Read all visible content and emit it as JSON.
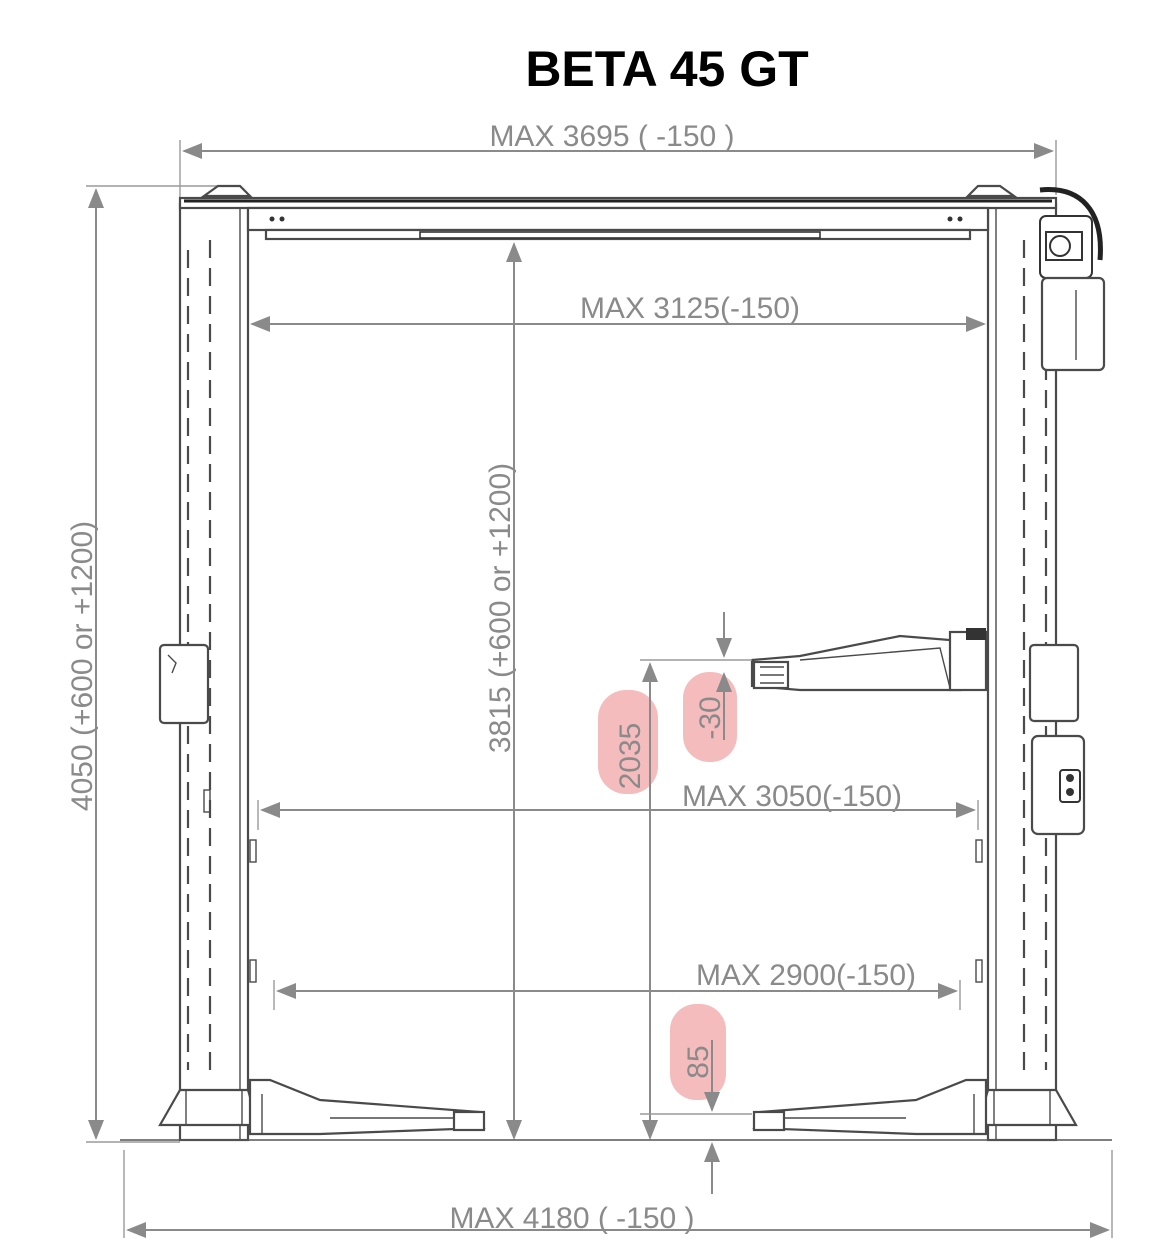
{
  "title": "BETA 45 GT",
  "dimensions": {
    "overall_width": "MAX 3695 ( -150 )",
    "inner_width_top": "MAX 3125(-150)",
    "overall_height": "4050 (+600 or +1200)",
    "clear_height": "3815 (+600 or +1200)",
    "lift_height": "2035",
    "arm_offset": "-30",
    "width_mid": "MAX 3050(-150)",
    "width_bottom": "MAX 2900(-150)",
    "min_height": "85",
    "base_width": "MAX 4180 ( -150 )"
  },
  "colors": {
    "highlight": "#f2a5a8",
    "dimension_text": "#8a8a8a",
    "drawing_line": "#4a4a4a"
  }
}
